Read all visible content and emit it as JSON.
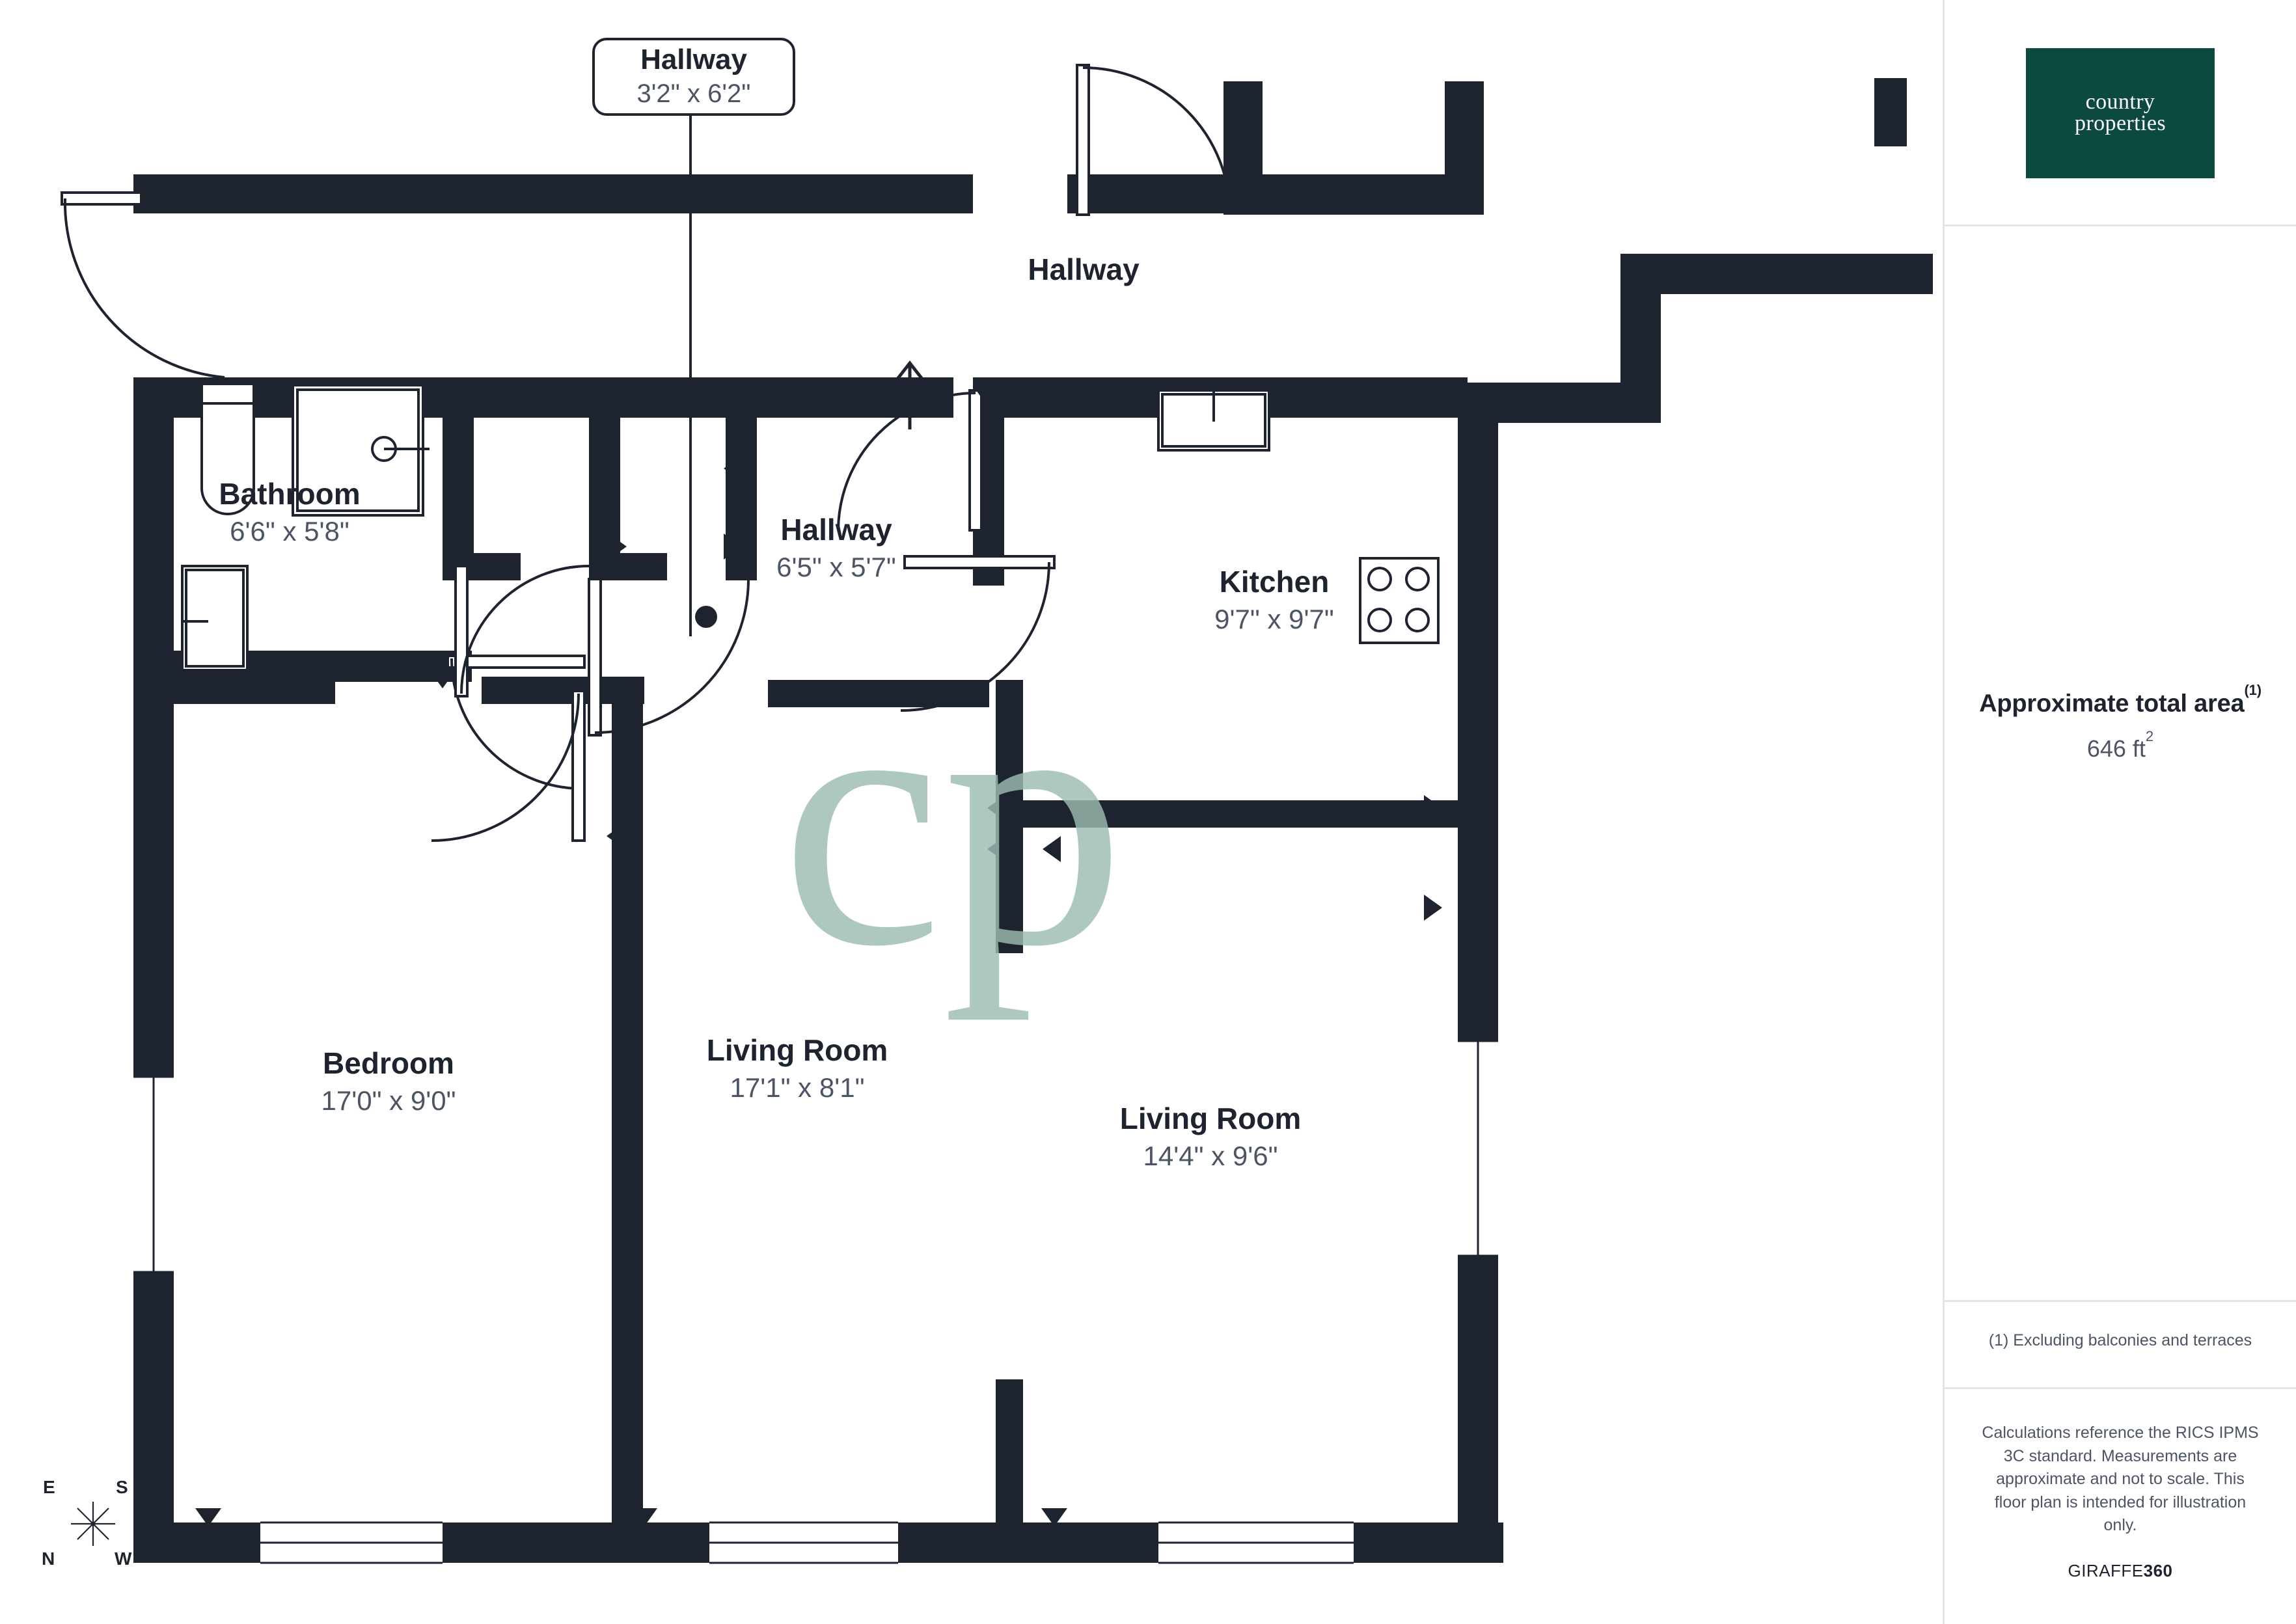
{
  "brand": {
    "logo_line1": "country",
    "logo_line2": "properties",
    "logo_color": "#0c4a40"
  },
  "sidebar": {
    "area_title": "Approximate total area",
    "area_superscript": "(1)",
    "area_value": "646 ft",
    "area_unit_superscript": "2",
    "footnote_1": "(1) Excluding balconies and terraces",
    "legal_text": "Calculations reference the RICS IPMS 3C standard. Measurements are approximate and not to scale. This floor plan is intended for illustration only.",
    "provider_prefix": "GIRAFFE",
    "provider_suffix": "360"
  },
  "callout": {
    "name": "Hallway",
    "dimensions": "3'2\" x 6'2\""
  },
  "rooms": [
    {
      "name": "Hallway",
      "dimensions": ""
    },
    {
      "name": "Bathroom",
      "dimensions": "6'6\" x 5'8\""
    },
    {
      "name": "Hallway",
      "dimensions": "6'5\" x 5'7\""
    },
    {
      "name": "Kitchen",
      "dimensions": "9'7\" x 9'7\""
    },
    {
      "name": "Bedroom",
      "dimensions": "17'0\" x 9'0\""
    },
    {
      "name": "Living Room",
      "dimensions": "17'1\" x 8'1\""
    },
    {
      "name": "Living Room",
      "dimensions": "14'4\" x 9'6\""
    }
  ],
  "watermark": {
    "text": "cp",
    "color": "#9cbcb0"
  },
  "compass": {
    "north": "N",
    "south": "S",
    "east": "E",
    "west": "W"
  },
  "colors": {
    "wall": "#1d2430",
    "text_primary": "#1d2430",
    "text_secondary": "#4c5566",
    "divider": "#e2e4e8"
  }
}
